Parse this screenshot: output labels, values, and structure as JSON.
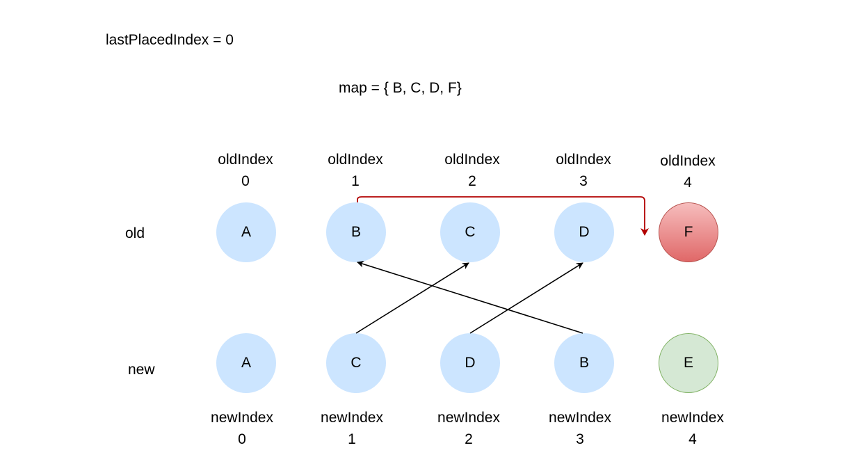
{
  "header": {
    "last_placed": "lastPlacedIndex = 0",
    "map": "map = { B, C, D, F}"
  },
  "rows": {
    "old_label": "old",
    "new_label": "new"
  },
  "old_row": {
    "index_labels": [
      {
        "title": "oldIndex",
        "value": "0"
      },
      {
        "title": "oldIndex",
        "value": "1"
      },
      {
        "title": "oldIndex",
        "value": "2"
      },
      {
        "title": "oldIndex",
        "value": "3"
      },
      {
        "title": "oldIndex",
        "value": "4"
      }
    ],
    "nodes": [
      {
        "letter": "A",
        "style": "plain"
      },
      {
        "letter": "B",
        "style": "plain"
      },
      {
        "letter": "C",
        "style": "plain"
      },
      {
        "letter": "D",
        "style": "plain"
      },
      {
        "letter": "F",
        "style": "red"
      }
    ]
  },
  "new_row": {
    "nodes": [
      {
        "letter": "A",
        "style": "plain"
      },
      {
        "letter": "C",
        "style": "plain"
      },
      {
        "letter": "D",
        "style": "plain"
      },
      {
        "letter": "B",
        "style": "plain"
      },
      {
        "letter": "E",
        "style": "green"
      }
    ],
    "index_labels": [
      {
        "title": "newIndex",
        "value": "0"
      },
      {
        "title": "newIndex",
        "value": "1"
      },
      {
        "title": "newIndex",
        "value": "2"
      },
      {
        "title": "newIndex",
        "value": "3"
      },
      {
        "title": "newIndex",
        "value": "4"
      }
    ]
  },
  "edges": [
    {
      "from": "new C",
      "to": "old C",
      "color": "#000000"
    },
    {
      "from": "new D",
      "to": "old D",
      "color": "#000000"
    },
    {
      "from": "new B",
      "to": "old B",
      "color": "#000000"
    },
    {
      "from": "old B",
      "to": "old F",
      "color": "#b20000"
    }
  ],
  "colors": {
    "node_fill": "#cce5ff",
    "deleted_fill": "#f8cecc",
    "deleted_stroke": "#b85450",
    "inserted_fill": "#d5e8d4",
    "inserted_stroke": "#82b366",
    "move_arrow": "#000000",
    "delete_arrow": "#b20000"
  }
}
